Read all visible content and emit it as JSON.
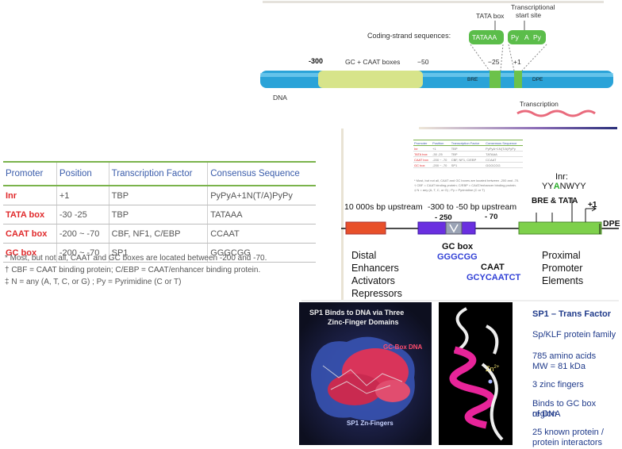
{
  "dna_panel": {
    "coding_strand_label": "Coding-strand sequences:",
    "tata_box_label": "TATA box",
    "tss_label_line1": "Transcriptional",
    "tss_label_line2": "start site",
    "tataaa": "TATAAA",
    "py1": "Py",
    "a": "A",
    "py2": "Py",
    "minus300": "-300",
    "gc_caat": "GC + CAAT boxes",
    "minus50": "−50",
    "minus25": "−25",
    "plus1": "+1",
    "bre": "BRE",
    "dpe": "DPE",
    "dna": "DNA",
    "transcription": "Transcription"
  },
  "table": {
    "headers": [
      "Promoter",
      "Position",
      "Transcription Factor",
      "Consensus Sequence"
    ],
    "rows": [
      {
        "promoter": "Inr",
        "position": "+1",
        "factor": "TBP",
        "consensus": "PyPyA+1N(T/A)PyPy"
      },
      {
        "promoter": "TATA box",
        "position": "-30    -25",
        "factor": "TBP",
        "consensus": "TATAAA"
      },
      {
        "promoter": "CAAT box",
        "position": "-200 ~ -70",
        "factor": "CBF, NF1, C/EBP",
        "consensus": "CCAAT"
      },
      {
        "promoter": "GC box",
        "position": "-200 ~ -70",
        "factor": "SP1",
        "consensus": "GGGCGG"
      }
    ],
    "notes": [
      "* Most, but not all, CAAT and GC boxes are located between -200 and -70.",
      "† CBF = CAAT binding protein; C/EBP = CAAT/enhancer binding protein.",
      "‡ N = any (A, T, C, or G) ; Py = Pyrimidine (C or T)"
    ]
  },
  "mini_table": {
    "headers": [
      "Promoter",
      "Position",
      "Transcription Factor",
      "Consensus Sequence"
    ],
    "rows": [
      [
        "Inr",
        "+1",
        "TBP",
        "PyPyA+1N(T/A)PyPy"
      ],
      [
        "TATA box",
        "-30   -25",
        "TBP",
        "TATAAA"
      ],
      [
        "CAAT box",
        "-200 ~ -70",
        "CBF, NF1, C/EBP",
        "CCAAT"
      ],
      [
        "GC box",
        "-200 ~ -70",
        "SP1",
        "GGGCGG"
      ]
    ],
    "notes": [
      "* Most, but not all, CAAT and GC boxes are located between -200 and -70.",
      "† CBF = CAAT binding protein; C/EBP = CAAT/enhancer binding protein.",
      "‡ N = any (A, T, C, or G) ; Py = Pyrimidine (C or T)"
    ]
  },
  "promoter": {
    "inr_label": "Inr:",
    "inr_seq_pre": "YY",
    "inr_seq_a": "A",
    "inr_seq_post": "NWYY",
    "bre_tata": "BRE & TATA",
    "plus1": "+1",
    "dpe": "DPE",
    "upstream": "10 000s bp upstream",
    "range": "-300 to -50 bp upstream",
    "m250": "- 250",
    "m70": "- 70",
    "gc_box": "GC box",
    "gc_seq": "GGGCGG",
    "caat": "CAAT",
    "caat_seq": "GCYCAATCT",
    "distal": [
      "Distal",
      "Enhancers",
      "Activators",
      "Repressors"
    ],
    "proximal": [
      "Proximal",
      "Promoter",
      "Elements"
    ]
  },
  "sp1_image": {
    "title_line1": "SP1 Binds to DNA via Three",
    "title_line2": "Zinc-Finger Domains",
    "gc_dna": "GC-Box DNA",
    "zn_fingers": "SP1 Zn-Fingers"
  },
  "zn_image": {
    "zn": "Zn",
    "sup": "2+"
  },
  "sp1_text": {
    "title": "SP1 – Trans Factor",
    "family": "Sp/KLF protein family",
    "aa": "785 amino acids",
    "mw": "MW = 81 kDa",
    "zinc": "3 zinc fingers",
    "binds_1": "Binds to GC box region",
    "binds_2": "of DNA",
    "known_1": "25 known protein /",
    "known_2": "protein interactors"
  },
  "colors": {
    "dna_blue": "#2aa3d8",
    "gc_yellow": "#d7e48a",
    "tata_green": "#6cc24a",
    "red": "#e0292b",
    "blue_text": "#2f3fd6",
    "purple": "#6a2fe0",
    "green_box": "#7ed04b",
    "orange": "#e8502a"
  }
}
